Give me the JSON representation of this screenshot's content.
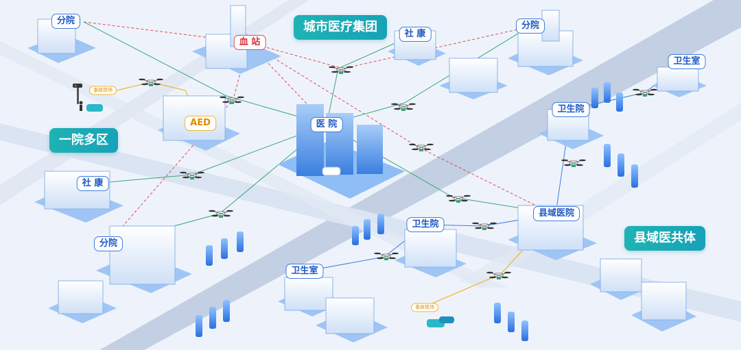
{
  "colors": {
    "region_fill": "#17a2b8",
    "node_border": "#3f7bdc",
    "blood_station": "#e5484d",
    "green_link": "#3aa57a",
    "blue_link": "#3f7bdc",
    "gold_link": "#f0b429",
    "road": "#c9d4e6",
    "building": "#7fb3f0"
  },
  "regions": {
    "city_group": "城市医疗集团",
    "one_hospital": "一院多区",
    "county": "县域医共体"
  },
  "nodes": {
    "branch_top_left": "分院",
    "blood_station": "血 站",
    "community_top": "社 康",
    "branch_top_right": "分院",
    "clinic_room_right": "卫生室",
    "aed": "AED",
    "hospital": "医 院",
    "health_center_right": "卫生院",
    "community_left": "社 康",
    "branch_bottom_left": "分院",
    "health_center_mid": "卫生院",
    "county_hospital": "县域医院",
    "clinic_room_bottom": "卫生室"
  },
  "accidents": {
    "top": "事故现场",
    "bottom": "事故现场"
  },
  "icons": [
    "drone-icon",
    "building-icon",
    "car-icon",
    "traffic-light-icon",
    "person-icon"
  ]
}
